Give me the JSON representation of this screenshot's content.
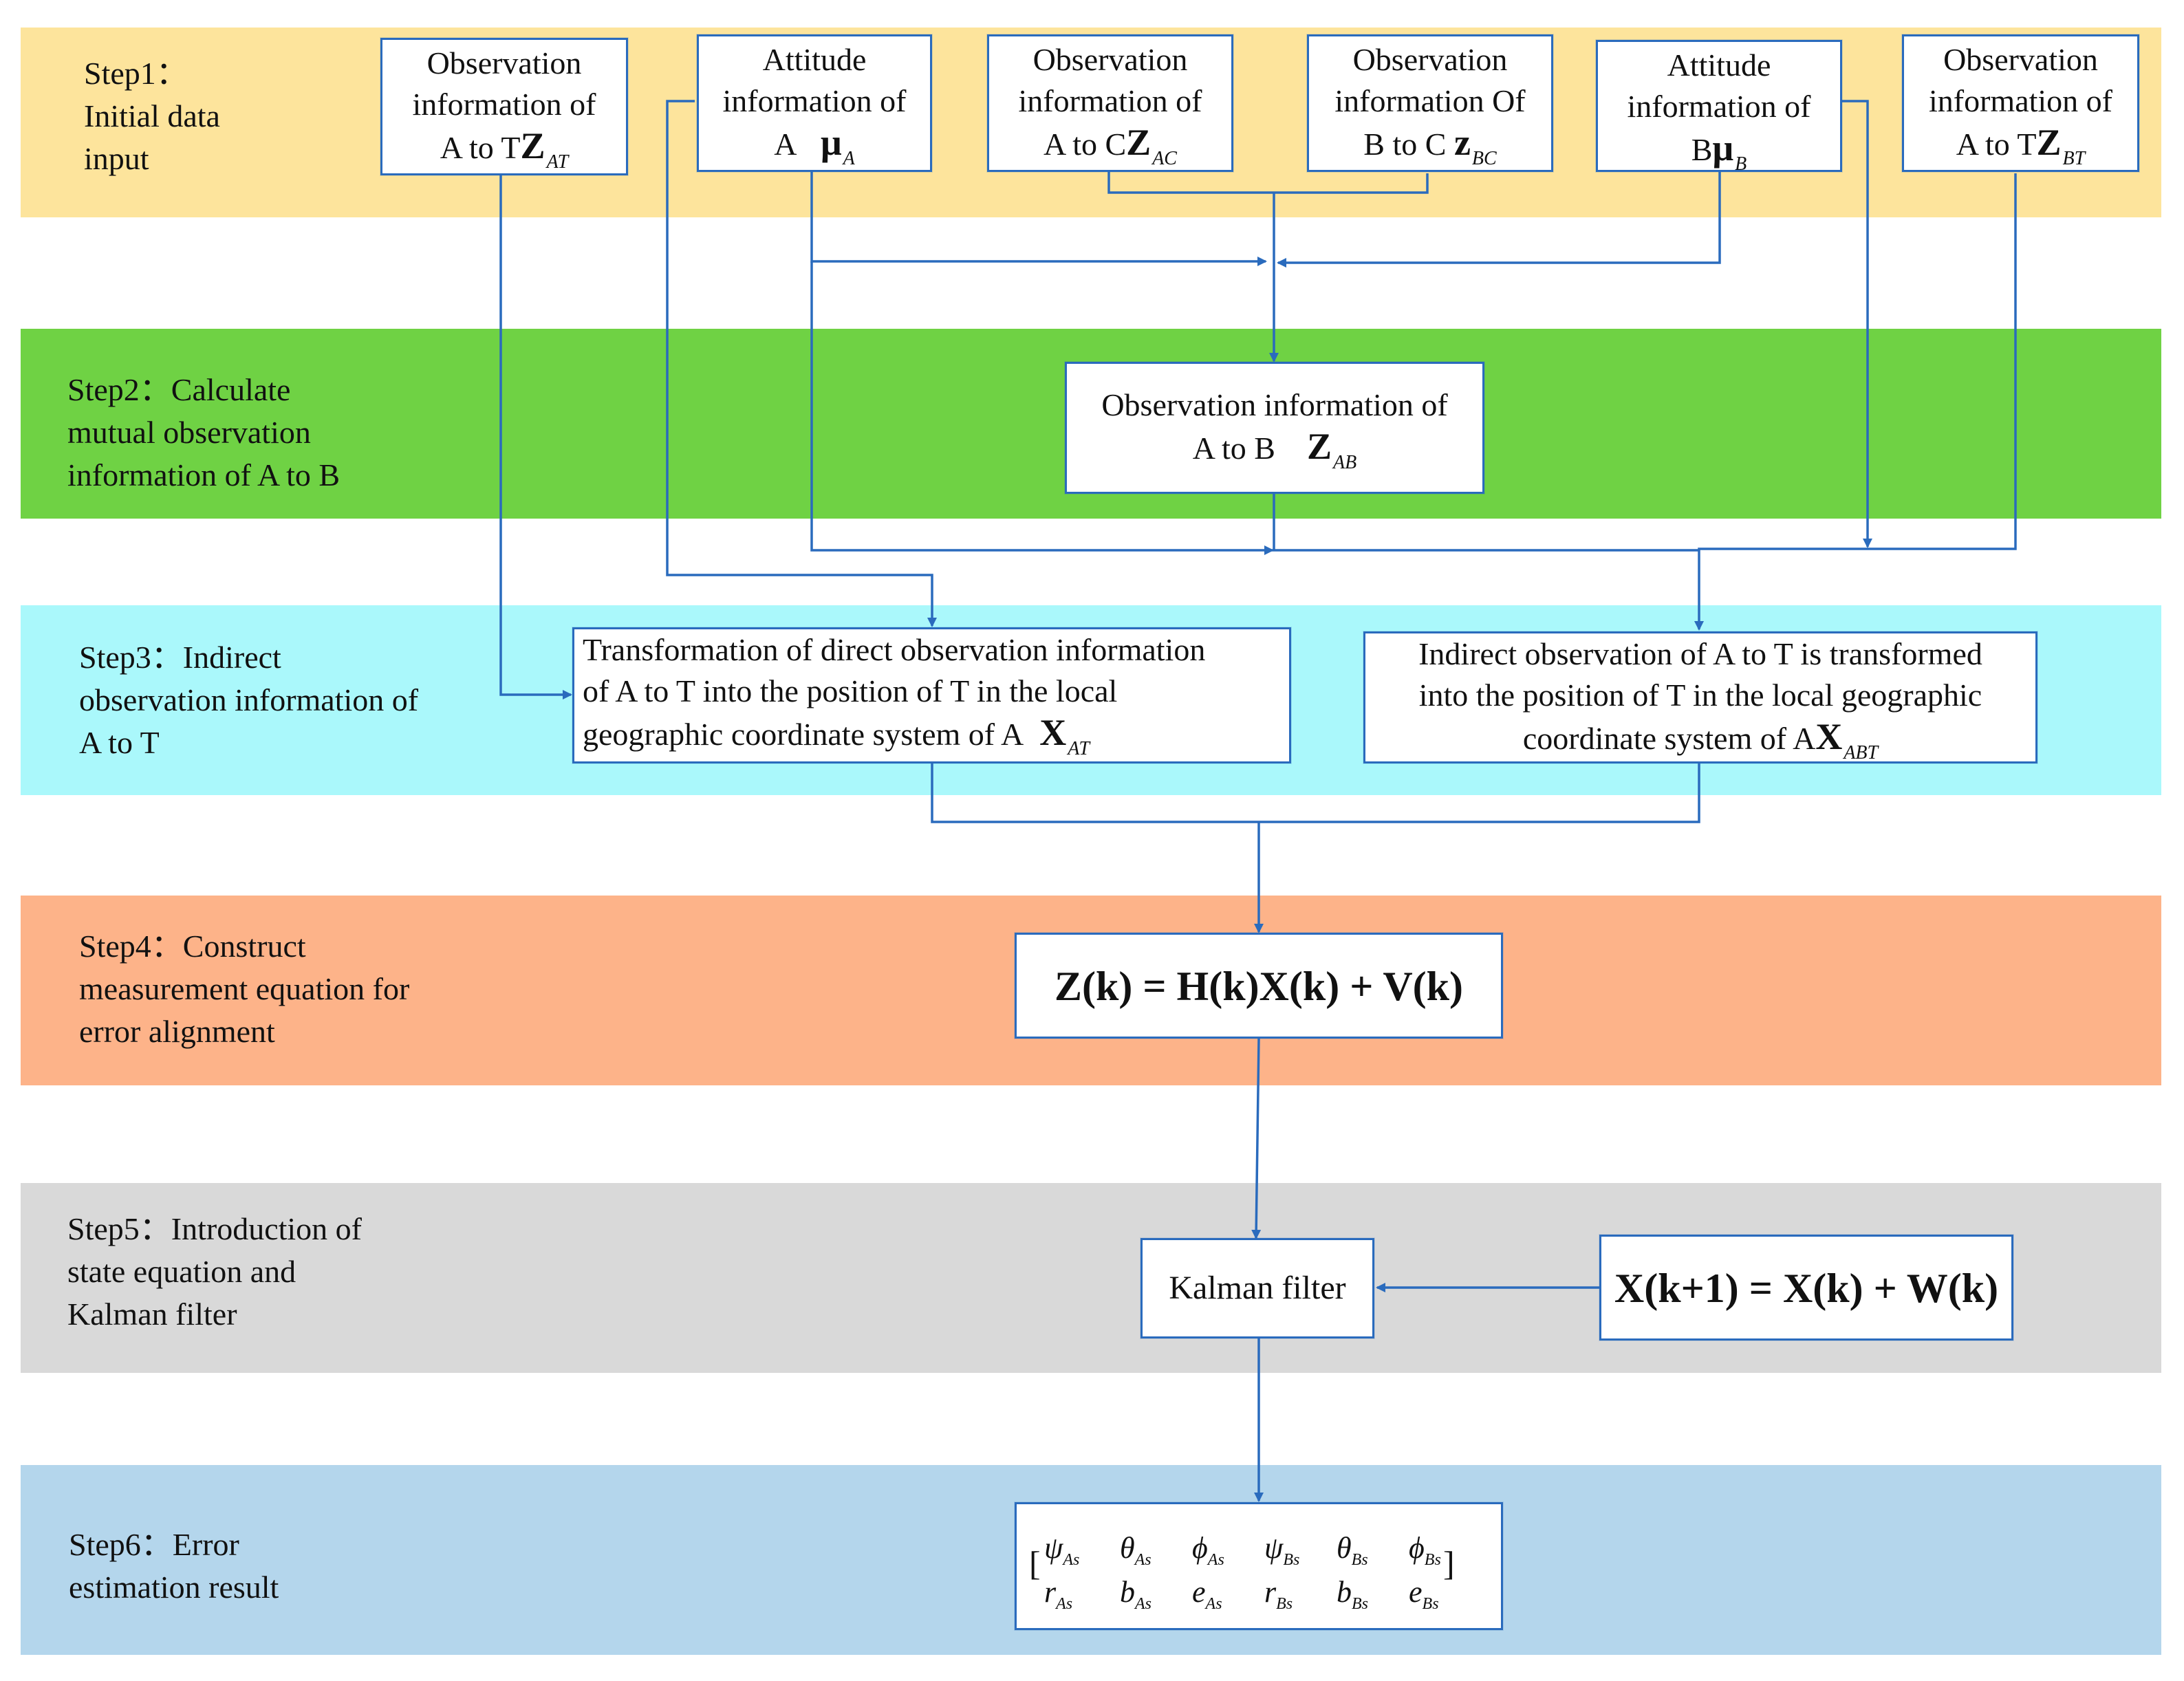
{
  "colors": {
    "step1": "#fde49c",
    "step2": "#6fd244",
    "step3": "#aaf8fb",
    "step4": "#fdb389",
    "step5": "#d9d9d9",
    "step6": "#b4d6ec",
    "arrow": "#2a6bbd"
  },
  "steps": [
    {
      "label": "Step1：\nInitial data\ninput"
    },
    {
      "label": "Step2：Calculate\nmutual observation\ninformation of A to B"
    },
    {
      "label": "Step3：Indirect\nobservation information of\nA to T"
    },
    {
      "label": "Step4：Construct\nmeasurement equation for\nerror alignment"
    },
    {
      "label": "Step5：Introduction of\nstate equation and\nKalman filter"
    },
    {
      "label": "Step6：Error\nestimation result"
    }
  ],
  "step1_boxes": [
    {
      "text": "Observation\ninformation of\nA to T",
      "symbol": "Z",
      "sub": "AT"
    },
    {
      "text": "Attitude\ninformation of\nA",
      "symbol": "μ",
      "sub": "A"
    },
    {
      "text": "Observation\ninformation of\nA to C",
      "symbol": "Z",
      "sub": "AC"
    },
    {
      "text": "Observation\ninformation Of\nB to C",
      "symbol": "z",
      "sub": "BC"
    },
    {
      "text": "Attitude\ninformation of\nB",
      "symbol": "μ",
      "sub": "B"
    },
    {
      "text": "Observation\ninformation of\nA to T",
      "symbol": "Z",
      "sub": "BT"
    }
  ],
  "step2_box": {
    "text": "Observation information of\nA to B",
    "symbol": "Z",
    "sub": "AB"
  },
  "step3_boxes": [
    {
      "text": "Transformation of  direct observation information\nof A to T into the position of T in the local\ngeographic coordinate system of A",
      "symbol": "X",
      "sub": "AT"
    },
    {
      "text": "Indirect observation of A to T is transformed\ninto the position of T in the local geographic\ncoordinate system of A",
      "symbol": "X",
      "sub": "ABT"
    }
  ],
  "measurement_equation": "Z(k) = H(k)X(k) + V(k)",
  "kalman_label": "Kalman filter",
  "state_equation": "X(k+1) = X(k) + W(k)",
  "result_matrix": {
    "row1": [
      "ψ",
      "As",
      "θ",
      "As",
      "ϕ",
      "As",
      "ψ",
      "Bs",
      "θ",
      "Bs",
      "ϕ",
      "Bs"
    ],
    "row2": [
      "r",
      "As",
      "b",
      "As",
      "e",
      "As",
      "r",
      "Bs",
      "b",
      "Bs",
      "e",
      "Bs"
    ]
  }
}
